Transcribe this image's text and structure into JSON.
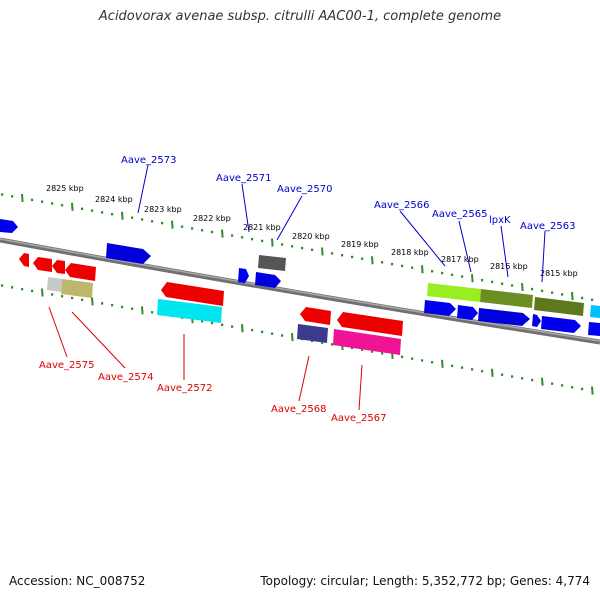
{
  "title": "Acidovorax avenae subsp. citrulli AAC00-1, complete genome",
  "footer": {
    "accession": "Accession: NC_008752",
    "summary": "Topology: circular; Length: 5,352,772 bp; Genes: 4,774"
  },
  "colors": {
    "backbone": "#808080",
    "tick": "#2e8b2e",
    "label_top": "#0000cc",
    "label_bottom": "#dd0000",
    "scale_text": "#000000"
  },
  "scale_labels": [
    "2825 kbp",
    "2824 kbp",
    "2823 kbp",
    "2822 kbp",
    "2821 kbp",
    "2820 kbp",
    "2819 kbp",
    "2818 kbp",
    "2817 kbp",
    "2816 kbp",
    "2815 kbp"
  ],
  "labels_top": [
    "Aave_2573",
    "Aave_2571",
    "Aave_2570",
    "Aave_2566",
    "Aave_2565",
    "lpxK",
    "Aave_2563"
  ],
  "labels_bottom": [
    "Aave_2575",
    "Aave_2574",
    "Aave_2572",
    "Aave_2568",
    "Aave_2567"
  ]
}
